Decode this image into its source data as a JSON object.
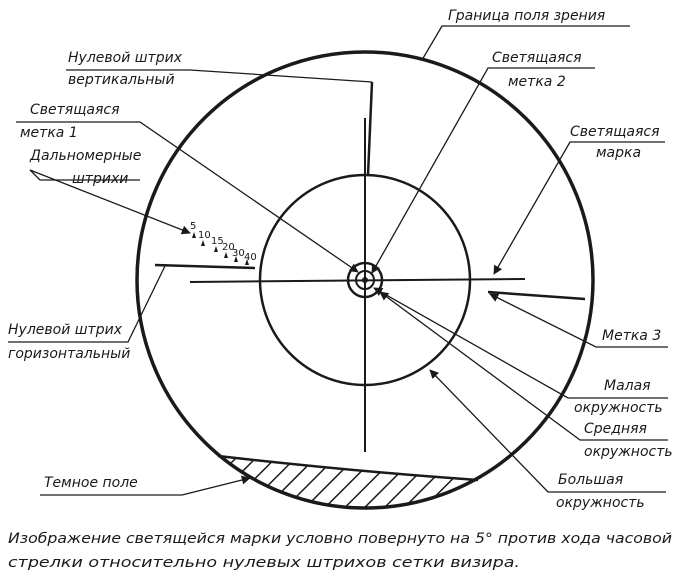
{
  "labels": {
    "field_boundary": "Граница поля зрения",
    "zero_vertical_1": "Нулевой штрих",
    "zero_vertical_2": "вертикальный",
    "glow_mark_2_1": "Светящаяся",
    "glow_mark_2_2": "метка 2",
    "glow_mark_1_1": "Светящаяся",
    "glow_mark_1_2": "метка 1",
    "rangefinder_1": "Дальномерные",
    "rangefinder_2": "штрихи",
    "glow_marker_1": "Светящаяся",
    "glow_marker_2": "марка",
    "zero_horizontal_1": "Нулевой штрих",
    "zero_horizontal_2": "горизонтальный",
    "mark_3": "Метка 3",
    "small_circle_1": "Малая",
    "small_circle_2": "окружность",
    "medium_circle_1": "Средняя",
    "medium_circle_2": "окружность",
    "large_circle_1": "Большая",
    "large_circle_2": "окружность",
    "dark_field": "Темное поле"
  },
  "rangefinder_ticks": [
    "5",
    "10",
    "15",
    "20",
    "30",
    "40"
  ],
  "caption": {
    "line1": "Изображение светящейся марки условно повернуто на 5° против хода часовой",
    "line2": "стрелки относительно нулевых штрихов сетки визира."
  }
}
